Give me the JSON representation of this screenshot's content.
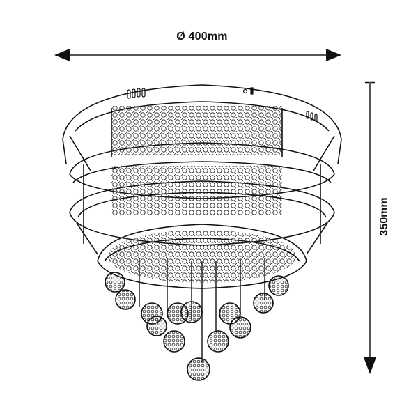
{
  "diagram": {
    "subject": "crystal ceiling chandelier line drawing",
    "dimensions": {
      "width_label": "Ø 400mm",
      "height_label": "350mm"
    },
    "colors": {
      "line": "#111111",
      "background": "#ffffff",
      "dimension_line": "#555555"
    }
  }
}
